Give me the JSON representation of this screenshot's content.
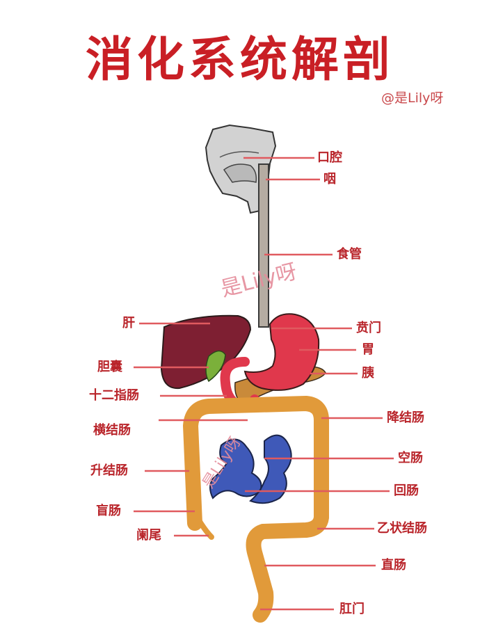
{
  "title": "消化系统解剖",
  "credit": "@是Lily呀",
  "watermark": "是Lily呀",
  "colors": {
    "title": "#c91f25",
    "label": "#b9242a",
    "leader": "#e05a5f",
    "liver": "#7e1f32",
    "stomach": "#e0384c",
    "colon": "#e19a3a",
    "small_intestine": "#3f59b8",
    "pancreas": "#c98a3a",
    "gallbladder": "#7bb03a",
    "head": "#d2d2d2",
    "esophagus": "#b5aca2"
  },
  "labels": {
    "mouth": "口腔",
    "pharynx": "咽",
    "esophagus": "食管",
    "liver": "肝",
    "cardia": "贲门",
    "stomach": "胃",
    "gallbladder": "胆囊",
    "pancreas": "胰",
    "duodenum": "十二指肠",
    "descending_colon": "降结肠",
    "transverse_colon": "横结肠",
    "jejunum": "空肠",
    "ascending_colon": "升结肠",
    "ileum": "回肠",
    "cecum": "盲肠",
    "appendix": "阑尾",
    "sigmoid_colon": "乙状结肠",
    "rectum": "直肠",
    "anus": "肛门"
  }
}
